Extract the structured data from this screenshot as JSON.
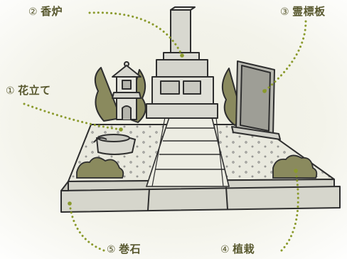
{
  "labels": [
    {
      "id": "koro",
      "number": "②",
      "text": "香炉"
    },
    {
      "id": "reihyoban",
      "number": "③",
      "text": "霊標板"
    },
    {
      "id": "hanatate",
      "number": "①",
      "text": "花立て"
    },
    {
      "id": "shokusai",
      "number": "④",
      "text": "植栽"
    },
    {
      "id": "makiishi",
      "number": "⑤",
      "text": "巻石"
    }
  ],
  "colors": {
    "label": "#58582e",
    "leader_dots": "#8a9a2c",
    "outline": "#2e2e2e",
    "stone": "#dcdcd4",
    "stone_dark": "#b4b4ac",
    "gravel": "#e8e8dc",
    "shrub": "#8a8a5e"
  }
}
